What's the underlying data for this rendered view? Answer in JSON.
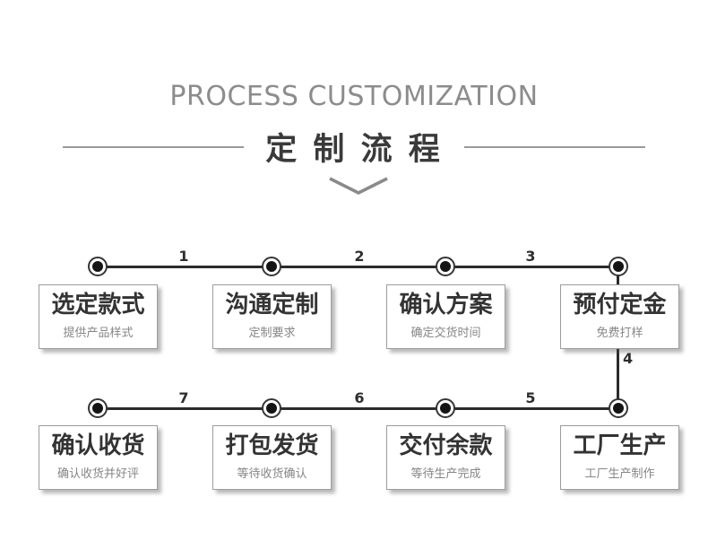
{
  "header": {
    "title_en": "PROCESS CUSTOMIZATION",
    "title_zh": "定 制 流 程"
  },
  "flow": {
    "rows": [
      {
        "steps": [
          {
            "title": "选定款式",
            "subtitle": "提供产品样式"
          },
          {
            "title": "沟通定制",
            "subtitle": "定制要求"
          },
          {
            "title": "确认方案",
            "subtitle": "确定交货时间"
          },
          {
            "title": "预付定金",
            "subtitle": "免费打样"
          }
        ],
        "connector_labels": [
          "1",
          "2",
          "3"
        ]
      },
      {
        "steps": [
          {
            "title": "确认收货",
            "subtitle": "确认收货并好评"
          },
          {
            "title": "打包发货",
            "subtitle": "等待收货确认"
          },
          {
            "title": "交付余款",
            "subtitle": "等待生产完成"
          },
          {
            "title": "工厂生产",
            "subtitle": "工厂生产制作"
          }
        ],
        "connector_labels": [
          "7",
          "6",
          "5"
        ]
      }
    ],
    "vertical_connector_label": "4"
  },
  "colors": {
    "line": "#2b2b2b",
    "title_en": "#8c8c8c",
    "title_zh": "#3a3a3a",
    "rule": "#9a9a9a",
    "box_border": "#9c9c9c",
    "step_title": "#333333",
    "step_subtitle": "#868686",
    "chevron": "#8a8a8a"
  }
}
